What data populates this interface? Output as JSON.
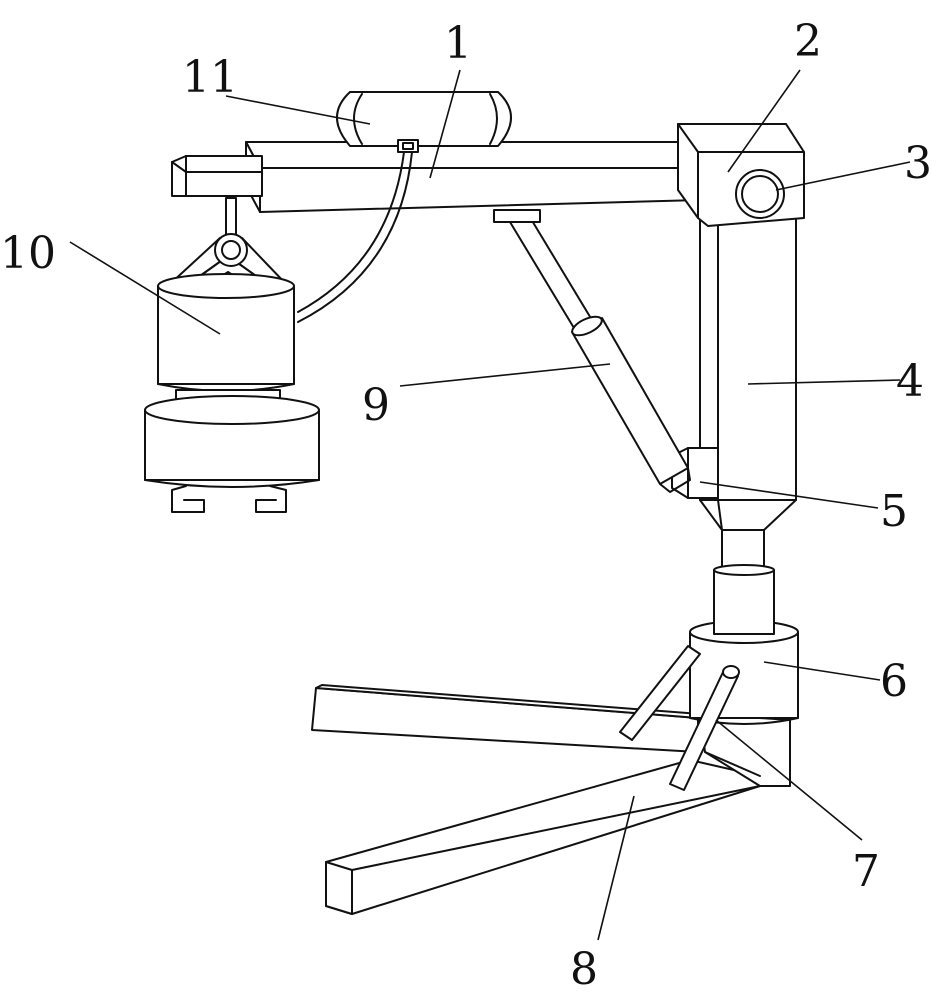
{
  "colors": {
    "line": "#111111",
    "background": "#ffffff"
  },
  "labels": [
    "1",
    "2",
    "3",
    "4",
    "5",
    "6",
    "7",
    "8",
    "9",
    "10",
    "11"
  ]
}
